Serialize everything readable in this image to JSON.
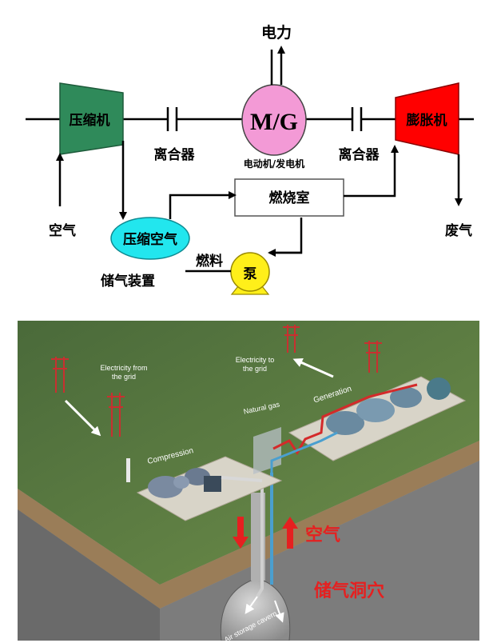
{
  "schematic": {
    "compressor": "压缩机",
    "motor_generator": "M/G",
    "motor_generator_caption": "电动机/发电机",
    "power": "电力",
    "expander": "膨胀机",
    "clutch_left": "离合器",
    "clutch_right": "离合器",
    "combustor": "燃烧室",
    "air_in": "空气",
    "exhaust": "废气",
    "compressed_air": "压缩空气",
    "storage_device": "储气装置",
    "fuel": "燃料",
    "pump": "泵",
    "colors": {
      "compressor": "#2f8a5a",
      "motor_generator": "#f39ad6",
      "expander": "#ff0000",
      "storage": "#22e6ee",
      "pump": "#ffef1a",
      "combustor_fill": "#ffffff"
    }
  },
  "illustration": {
    "electricity_from_grid": [
      "Electricity from",
      "the grid"
    ],
    "electricity_to_grid": [
      "Electricity to",
      "the grid"
    ],
    "natural_gas": "Natural gas",
    "generation": "Generation",
    "compression": "Compression",
    "air_storage_cavern": "Air storage cavern",
    "air_label": "空气",
    "cavern_label": "储气洞穴",
    "colors": {
      "grass": "#5e7d3e",
      "soil": "#9a7d58",
      "rock": "#8c8c8c",
      "label_red": "#e52020",
      "hot_pipe": "#d42a2a",
      "cold_pipe": "#4a9fcf"
    }
  }
}
